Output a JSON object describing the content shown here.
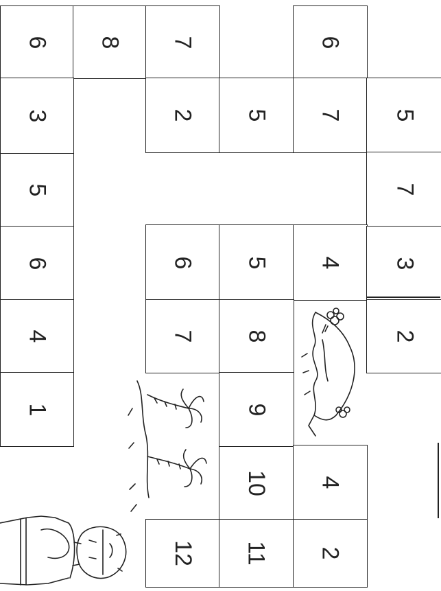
{
  "board": {
    "cells": [
      {
        "id": "r0c0",
        "value": "6"
      },
      {
        "id": "r0c1",
        "value": "8"
      },
      {
        "id": "r0c2",
        "value": "7"
      },
      {
        "id": "r0c4",
        "value": "6"
      },
      {
        "id": "r1c0",
        "value": "3"
      },
      {
        "id": "r1c2",
        "value": "2"
      },
      {
        "id": "r1c3",
        "value": "5"
      },
      {
        "id": "r1c4",
        "value": "7"
      },
      {
        "id": "r1c5",
        "value": "5"
      },
      {
        "id": "r2c0",
        "value": "5"
      },
      {
        "id": "r2c5",
        "value": "7"
      },
      {
        "id": "r3c0",
        "value": "6"
      },
      {
        "id": "r3c2",
        "value": "6"
      },
      {
        "id": "r3c3",
        "value": "5"
      },
      {
        "id": "r3c4",
        "value": "4"
      },
      {
        "id": "r3c5",
        "value": "3"
      },
      {
        "id": "r4c0",
        "value": "4"
      },
      {
        "id": "r4c2",
        "value": "7"
      },
      {
        "id": "r4c3",
        "value": "8"
      },
      {
        "id": "r4c5",
        "value": "2"
      },
      {
        "id": "r5c0",
        "value": "1"
      },
      {
        "id": "r5c3",
        "value": "9"
      },
      {
        "id": "r6c3",
        "value": "10"
      },
      {
        "id": "r6c4",
        "value": "4"
      },
      {
        "id": "r7c2",
        "value": "12"
      },
      {
        "id": "r7c3",
        "value": "11"
      },
      {
        "id": "r7c4",
        "value": "2"
      }
    ]
  },
  "illustrations": {
    "traveler": "bearded-traveler-icon",
    "palm_trees": "palm-trees-icon",
    "hill_with_flowers": "hill-with-flowers-icon"
  },
  "colors": {
    "ink": "#222222",
    "paper": "#ffffff"
  }
}
